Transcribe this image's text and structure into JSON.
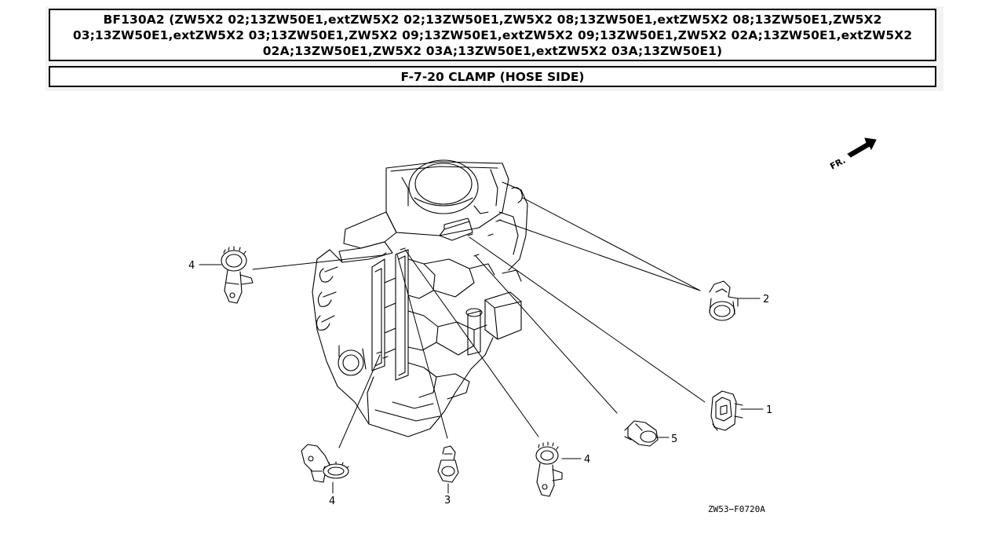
{
  "header": {
    "title": "BF130A2 (ZW5X2 02;13ZW50E1,extZW5X2 02;13ZW50E1,ZW5X2 08;13ZW50E1,extZW5X2 08;13ZW50E1,ZW5X2 03;13ZW50E1,extZW5X2 03;13ZW50E1,ZW5X2 09;13ZW50E1,extZW5X2 09;13ZW50E1,ZW5X2 02A;13ZW50E1,extZW5X2 02A;13ZW50E1,ZW5X2 03A;13ZW50E1,extZW5X2 03A;13ZW50E1)",
    "section": "F-7-20 CLAMP (HOSE SIDE)"
  },
  "diagram": {
    "direction_label": "FR.",
    "drawing_code": "ZW53−F0720A",
    "callouts": [
      {
        "id": "c4-left",
        "label": "4"
      },
      {
        "id": "c2",
        "label": "2"
      },
      {
        "id": "c1",
        "label": "1"
      },
      {
        "id": "c5",
        "label": "5"
      },
      {
        "id": "c4-bottom-right",
        "label": "4"
      },
      {
        "id": "c3",
        "label": "3"
      },
      {
        "id": "c4-bottom-left",
        "label": "4"
      }
    ]
  }
}
